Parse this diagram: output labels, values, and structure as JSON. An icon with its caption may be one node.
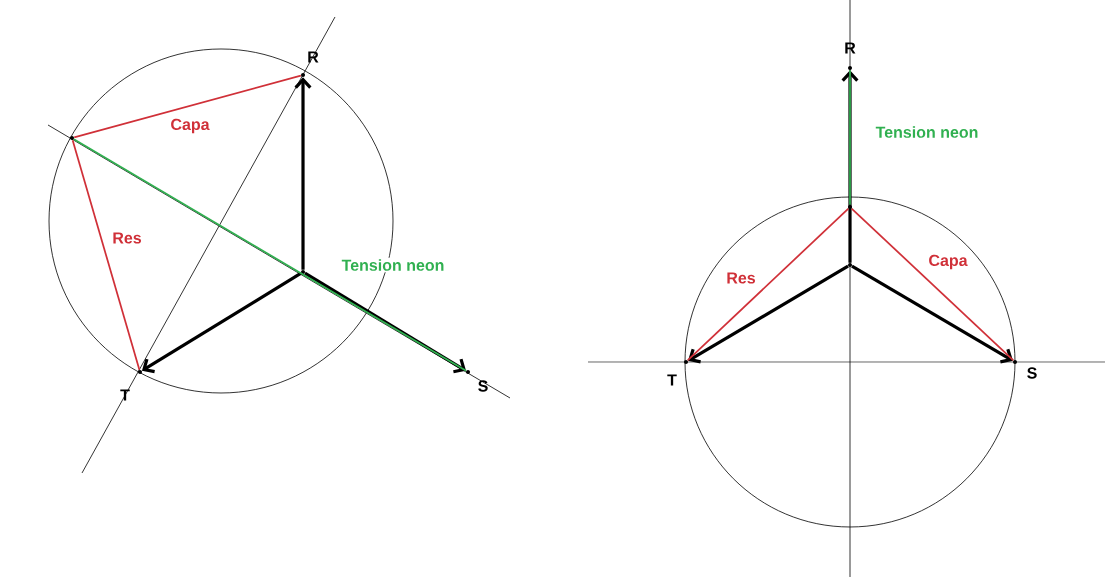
{
  "diagram": {
    "nodes": [
      {
        "text": [],
        "shape": "point",
        "beside": [
          "R"
        ]
      },
      {
        "text": [],
        "shape": "point",
        "beside": [
          "S"
        ]
      },
      {
        "text": [],
        "shape": "point",
        "beside": [
          "T"
        ]
      },
      {
        "text": [],
        "shape": "point"
      },
      {
        "text": [],
        "shape": "point"
      },
      {
        "text": [],
        "shape": "point",
        "beside": [
          "R"
        ]
      },
      {
        "text": [],
        "shape": "point",
        "beside": [
          "S"
        ]
      },
      {
        "text": [],
        "shape": "point",
        "beside": [
          "T"
        ]
      },
      {
        "text": [],
        "shape": "point"
      },
      {
        "text": [],
        "shape": "point"
      }
    ],
    "edges": [
      {
        "from": 3,
        "to": 0,
        "arrow": "to"
      },
      {
        "from": 3,
        "to": 1,
        "arrow": "to"
      },
      {
        "from": 3,
        "to": 2,
        "arrow": "to"
      },
      {
        "from": 4,
        "to": 0,
        "arrow": "none",
        "label": "Capa",
        "color": "#d03038"
      },
      {
        "from": 4,
        "to": 2,
        "arrow": "none",
        "label": "Res",
        "color": "#d03038"
      },
      {
        "from": 4,
        "to": 1,
        "arrow": "none",
        "label": "Tension neon",
        "color": "#30b050"
      },
      {
        "from": 8,
        "to": 5,
        "arrow": "to"
      },
      {
        "from": 8,
        "to": 6,
        "arrow": "to"
      },
      {
        "from": 8,
        "to": 7,
        "arrow": "to"
      },
      {
        "from": 9,
        "to": 7,
        "arrow": "none",
        "label": "Res",
        "color": "#d03038"
      },
      {
        "from": 9,
        "to": 6,
        "arrow": "none",
        "label": "Capa",
        "color": "#d03038"
      },
      {
        "from": 9,
        "to": 5,
        "arrow": "none",
        "label": "Tension neon",
        "color": "#30b050"
      }
    ]
  }
}
